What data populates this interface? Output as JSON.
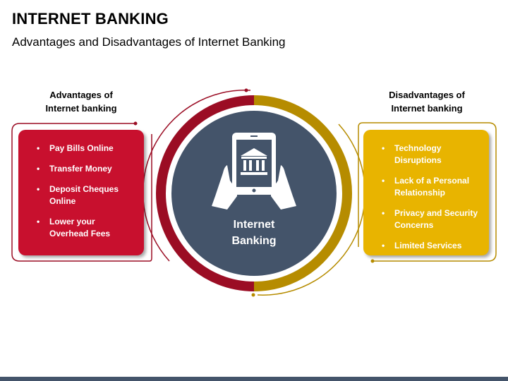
{
  "header": {
    "title": "INTERNET BANKING",
    "subtitle": "Advantages and Disadvantages of Internet Banking"
  },
  "advantages": {
    "heading_line1": "Advantages of",
    "heading_line2": "Internet  banking",
    "items": [
      "Pay Bills Online",
      "Transfer Money",
      "Deposit Cheques Online",
      "Lower your Overhead Fees"
    ]
  },
  "disadvantages": {
    "heading_line1": "Disadvantages of",
    "heading_line2": "Internet  banking",
    "items": [
      "Technology Disruptions",
      "Lack of a Personal Relationship",
      "Privacy and Security Concerns",
      "Limited Services"
    ]
  },
  "center": {
    "line1": "Internet",
    "line2": "Banking",
    "icon": "bank-tablet-hands-icon"
  },
  "colors": {
    "red": "#c8102e",
    "dark_red": "#9b0d24",
    "gold": "#e8b400",
    "dark_gold": "#b68c00",
    "navy": "#44546a"
  }
}
